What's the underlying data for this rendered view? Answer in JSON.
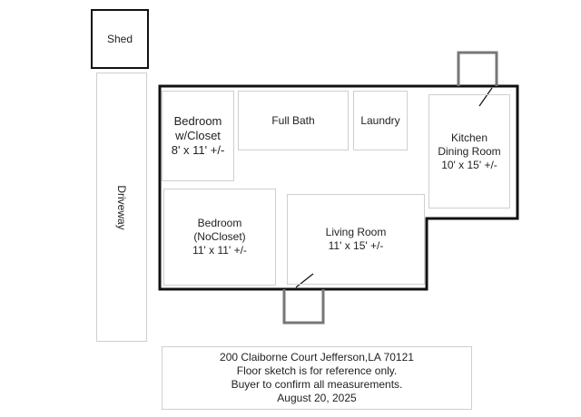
{
  "shed": {
    "label": "Shed"
  },
  "driveway": {
    "label": "Driveway"
  },
  "rooms": {
    "bedroom_closet": {
      "name": "Bedroom\nw/Closet",
      "size": "8' x  11' +/-"
    },
    "full_bath": {
      "name": "Full Bath"
    },
    "laundry": {
      "name": "Laundry"
    },
    "kitchen": {
      "name": "Kitchen\nDining Room",
      "size": "10' x 15' +/-"
    },
    "bedroom_nocloset": {
      "name": "Bedroom\n(NoCloset)",
      "size": "11' x 11' +/-"
    },
    "living_room": {
      "name": "Living Room",
      "size": "11' x 15' +/-"
    }
  },
  "footer": {
    "address": "200 Claiborne Court  Jefferson,LA 70121",
    "line2": "Floor sketch is for reference only.",
    "line3": "Buyer to confirm all measurements.",
    "date": "August 20, 2025"
  }
}
